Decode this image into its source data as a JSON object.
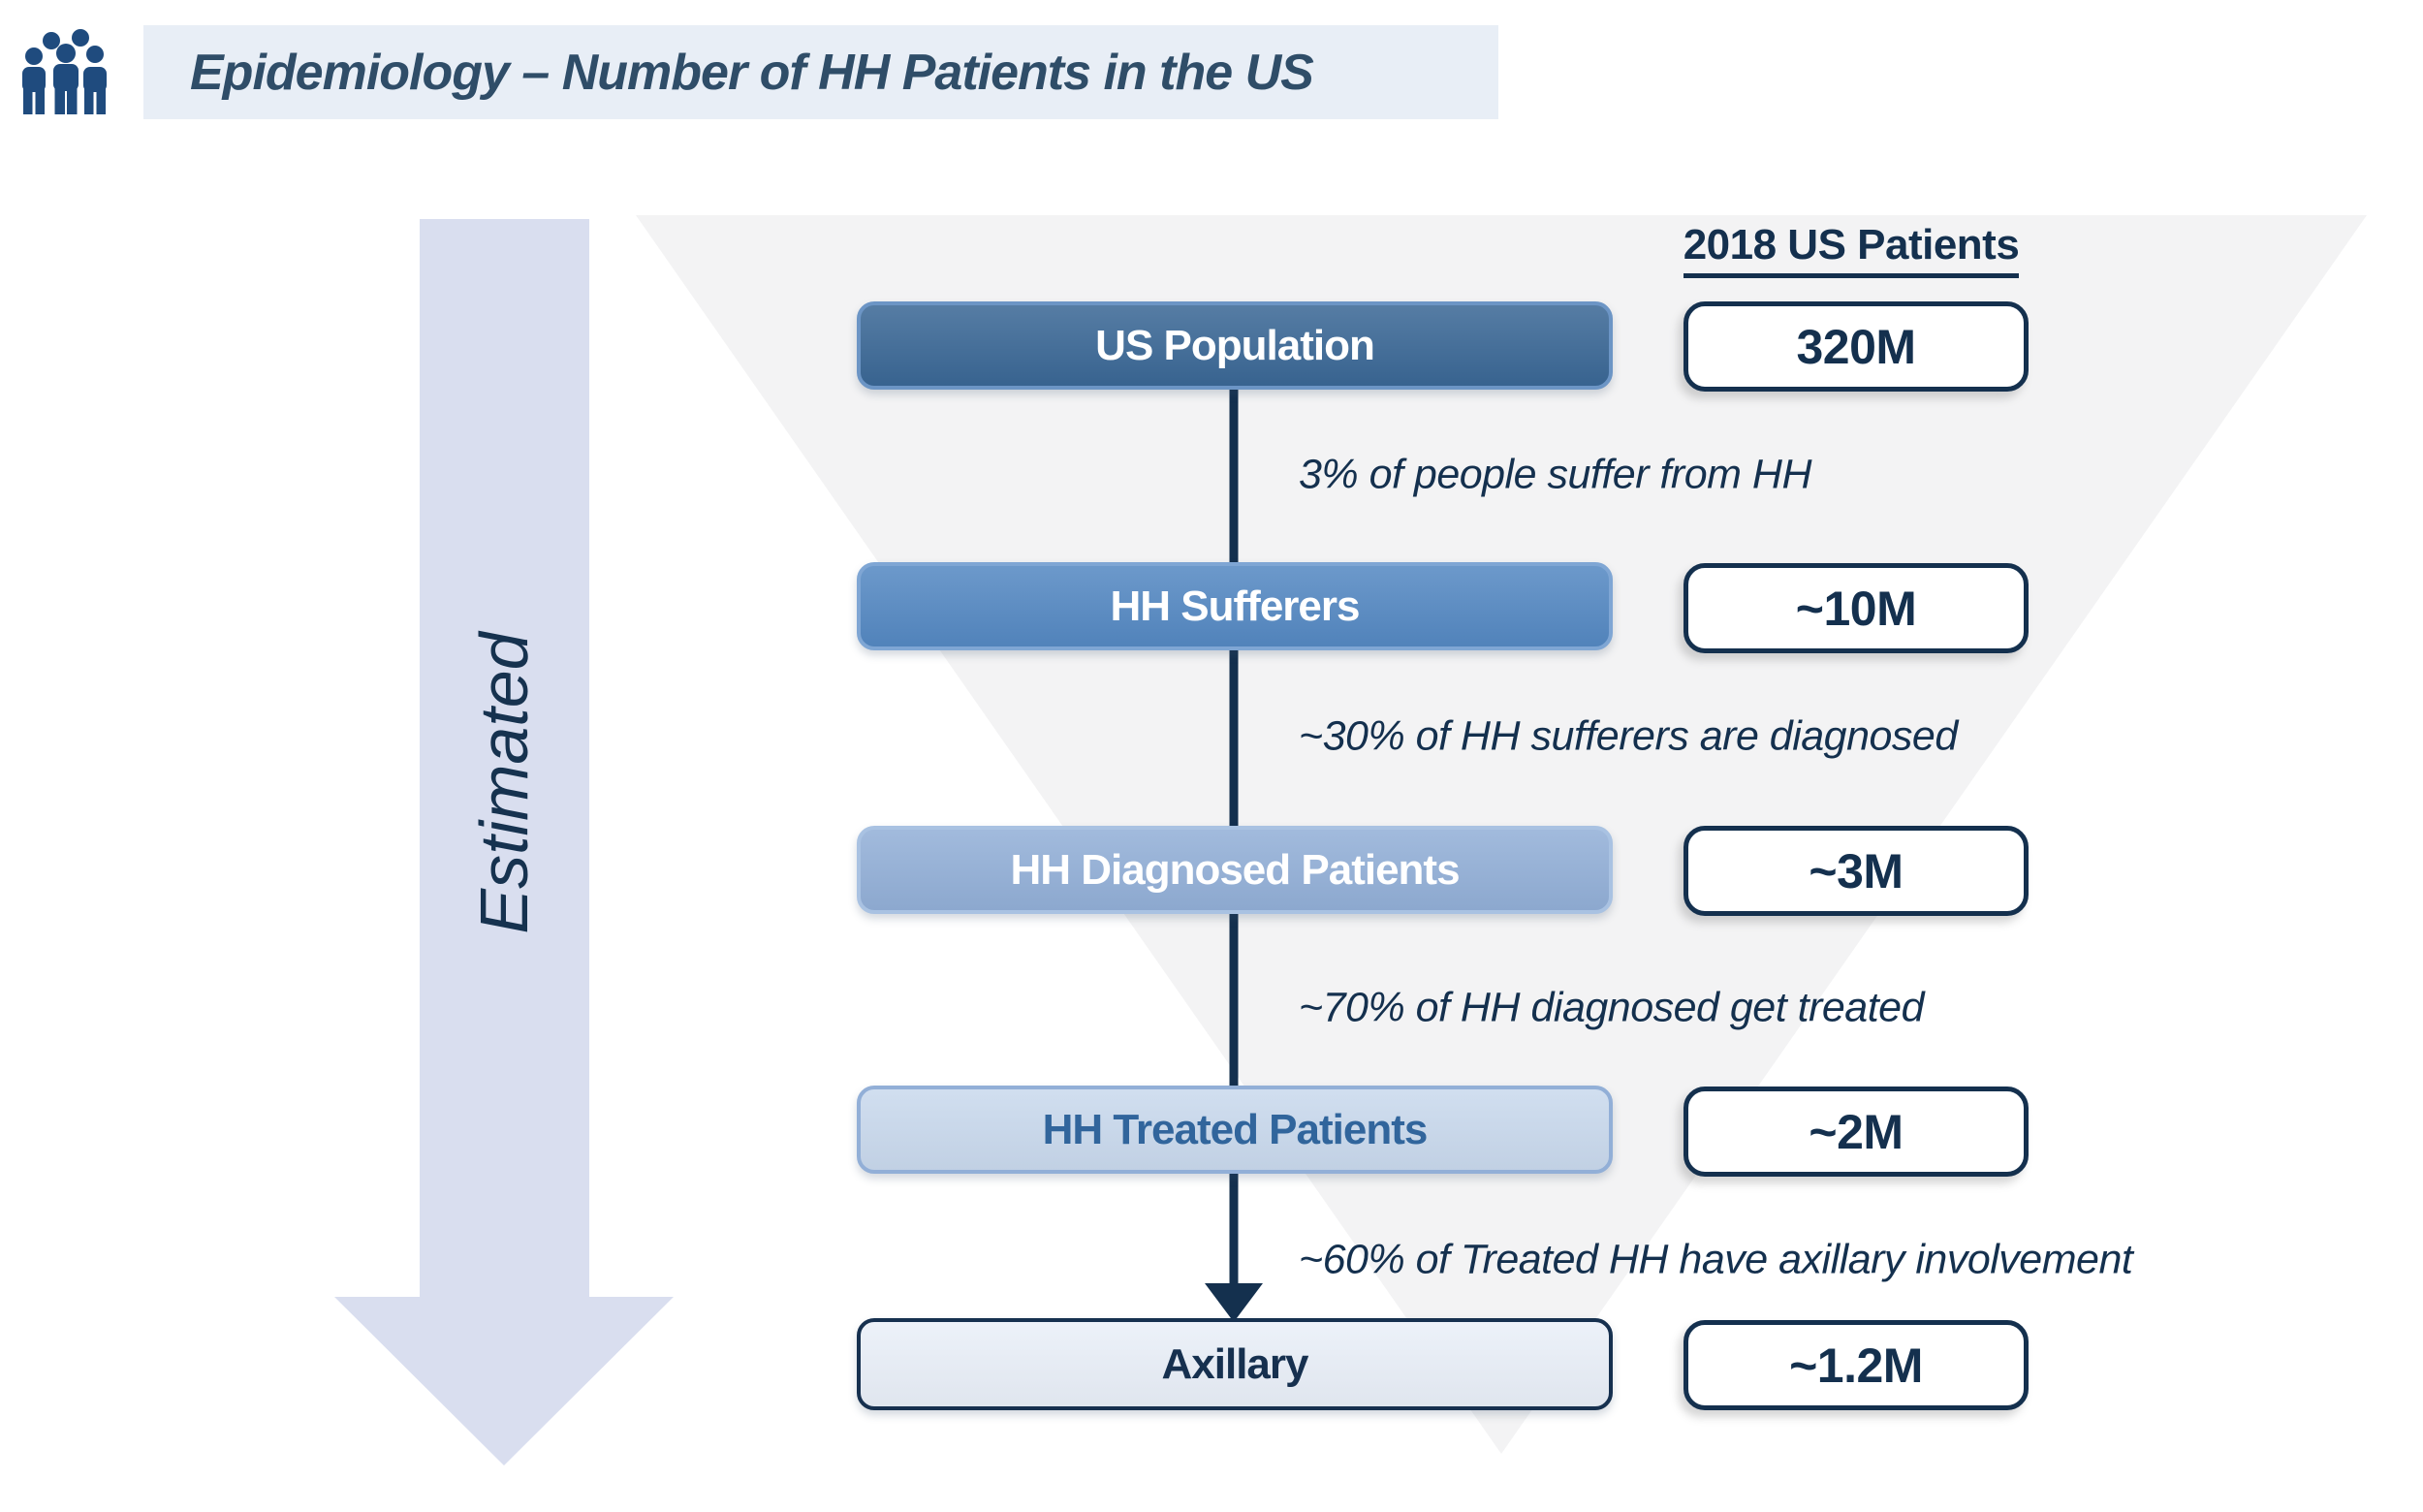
{
  "header": {
    "title": "Epidemiology – Number of HH Patients in the US",
    "icon": "people-group-icon"
  },
  "funnel": {
    "side_label": "Estimated",
    "column_header": "2018 US Patients",
    "stages": [
      {
        "label": "US Population",
        "value": "320M"
      },
      {
        "label": "HH Sufferers",
        "value": "~10M"
      },
      {
        "label": "HH Diagnosed Patients",
        "value": "~3M"
      },
      {
        "label": "HH Treated Patients",
        "value": "~2M"
      },
      {
        "label": "Axillary",
        "value": "~1.2M"
      }
    ],
    "annotations": [
      "3% of people suffer from HH",
      "~30% of HH sufferers are diagnosed",
      "~70% of HH diagnosed get treated",
      "~60% of Treated HH have axillary involvement"
    ]
  },
  "colors": {
    "title_banner_bg": "#E8EEF6",
    "title_text": "#2F4D68",
    "navy": "#14304E",
    "funnel_triangle_bg": "#F3F3F4",
    "estimated_arrow": "#D9DEEF",
    "icon_blue": "#1F4B7E",
    "stage_fills": [
      "#3A6795",
      "#5488C2",
      "#92AFD7",
      "#C9D9ED",
      "#E9EFF8"
    ],
    "stage_text": [
      "#FFFFFF",
      "#FFFFFF",
      "#FFFFFF",
      "#31659C",
      "#16304F"
    ]
  }
}
